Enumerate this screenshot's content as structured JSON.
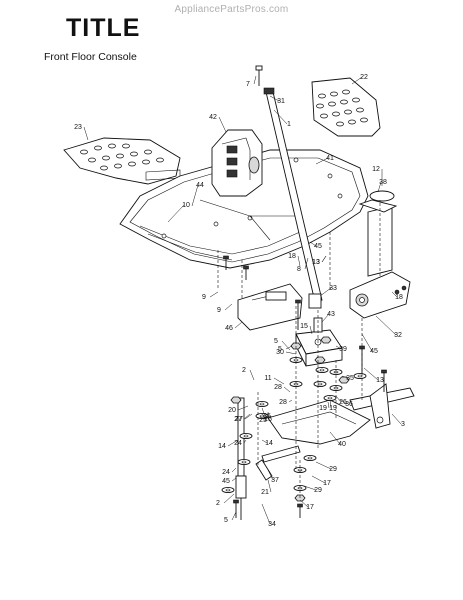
{
  "watermark": "AppliancePartsPros.com",
  "title": "TITLE",
  "subtitle": "Front Floor Console",
  "callouts": [
    "1",
    "2",
    "3",
    "5",
    "7",
    "8",
    "9",
    "10",
    "11",
    "12",
    "13",
    "14",
    "15",
    "17",
    "18",
    "19",
    "20",
    "21",
    "22",
    "23",
    "24",
    "25",
    "26",
    "27",
    "28",
    "29",
    "30",
    "31",
    "32",
    "33",
    "34",
    "35",
    "36",
    "37",
    "38",
    "39",
    "40",
    "41",
    "42",
    "43",
    "44",
    "45",
    "46"
  ]
}
